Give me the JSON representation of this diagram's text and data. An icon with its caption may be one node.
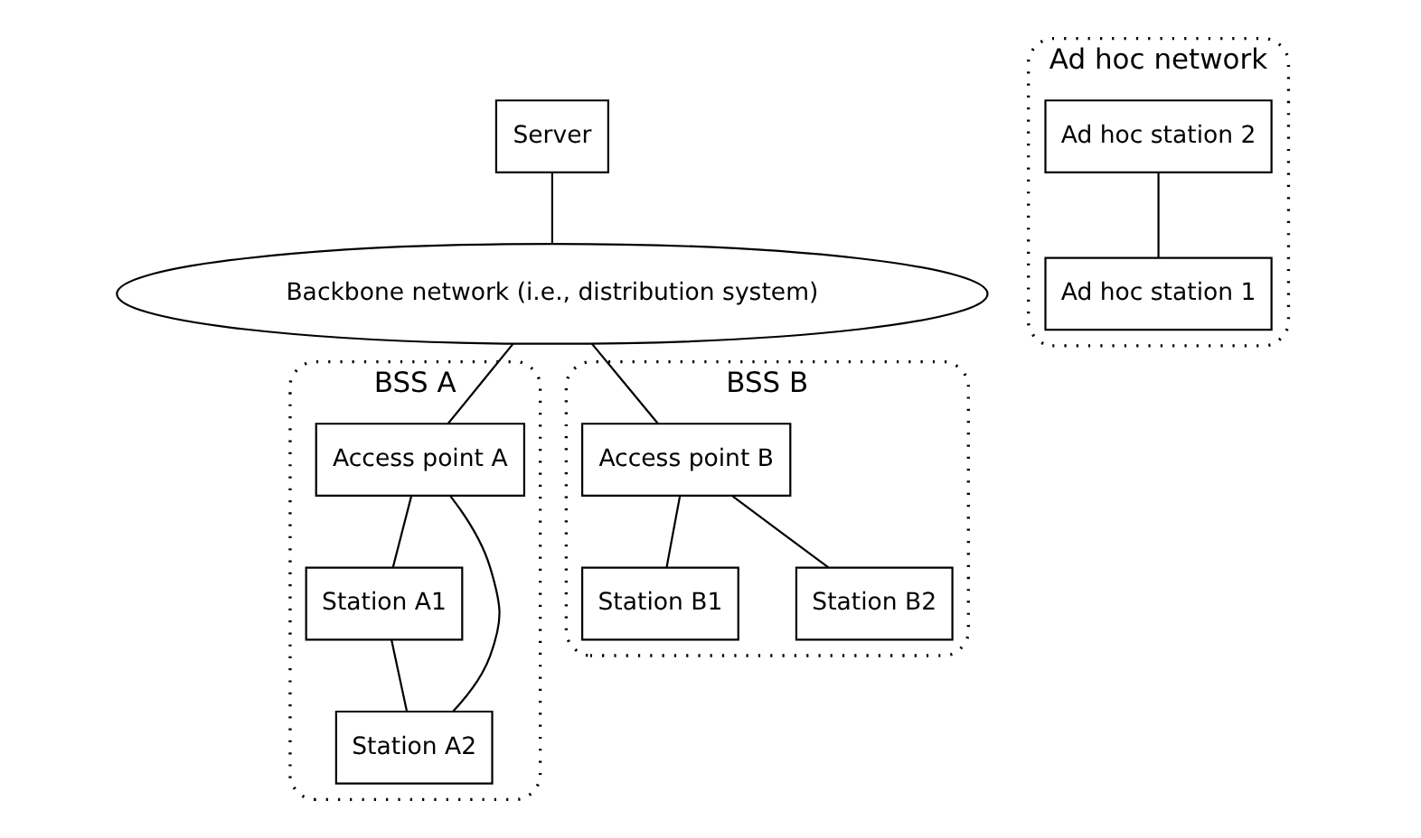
{
  "diagram": {
    "nodes": [
      {
        "text": [
          "Server"
        ]
      },
      {
        "text": [
          "Backbone network (i.e., distribution system)"
        ]
      },
      {
        "text": [
          "BSS A"
        ]
      },
      {
        "text": [
          "Access point A"
        ],
        "in": 2
      },
      {
        "text": [
          "Station A1"
        ],
        "in": 2
      },
      {
        "text": [
          "Station A2"
        ],
        "in": 2
      },
      {
        "text": [
          "BSS B"
        ]
      },
      {
        "text": [
          "Access point B"
        ],
        "in": 6
      },
      {
        "text": [
          "Station B1"
        ],
        "in": 6
      },
      {
        "text": [
          "Station B2"
        ],
        "in": 6
      },
      {
        "text": [
          "Ad hoc network"
        ]
      },
      {
        "text": [
          "Ad hoc station 2"
        ],
        "in": 10
      },
      {
        "text": [
          "Ad hoc station 1"
        ],
        "in": 10
      }
    ],
    "edges": [
      {
        "from": 0,
        "to": 1,
        "arrow": "none"
      },
      {
        "from": 1,
        "to": 3,
        "arrow": "none"
      },
      {
        "from": 1,
        "to": 7,
        "arrow": "none"
      },
      {
        "from": 3,
        "to": 4,
        "arrow": "none"
      },
      {
        "from": 3,
        "to": 5,
        "arrow": "none"
      },
      {
        "from": 4,
        "to": 5,
        "arrow": "none"
      },
      {
        "from": 7,
        "to": 8,
        "arrow": "none"
      },
      {
        "from": 7,
        "to": 9,
        "arrow": "none"
      },
      {
        "from": 11,
        "to": 12,
        "arrow": "none"
      }
    ]
  }
}
